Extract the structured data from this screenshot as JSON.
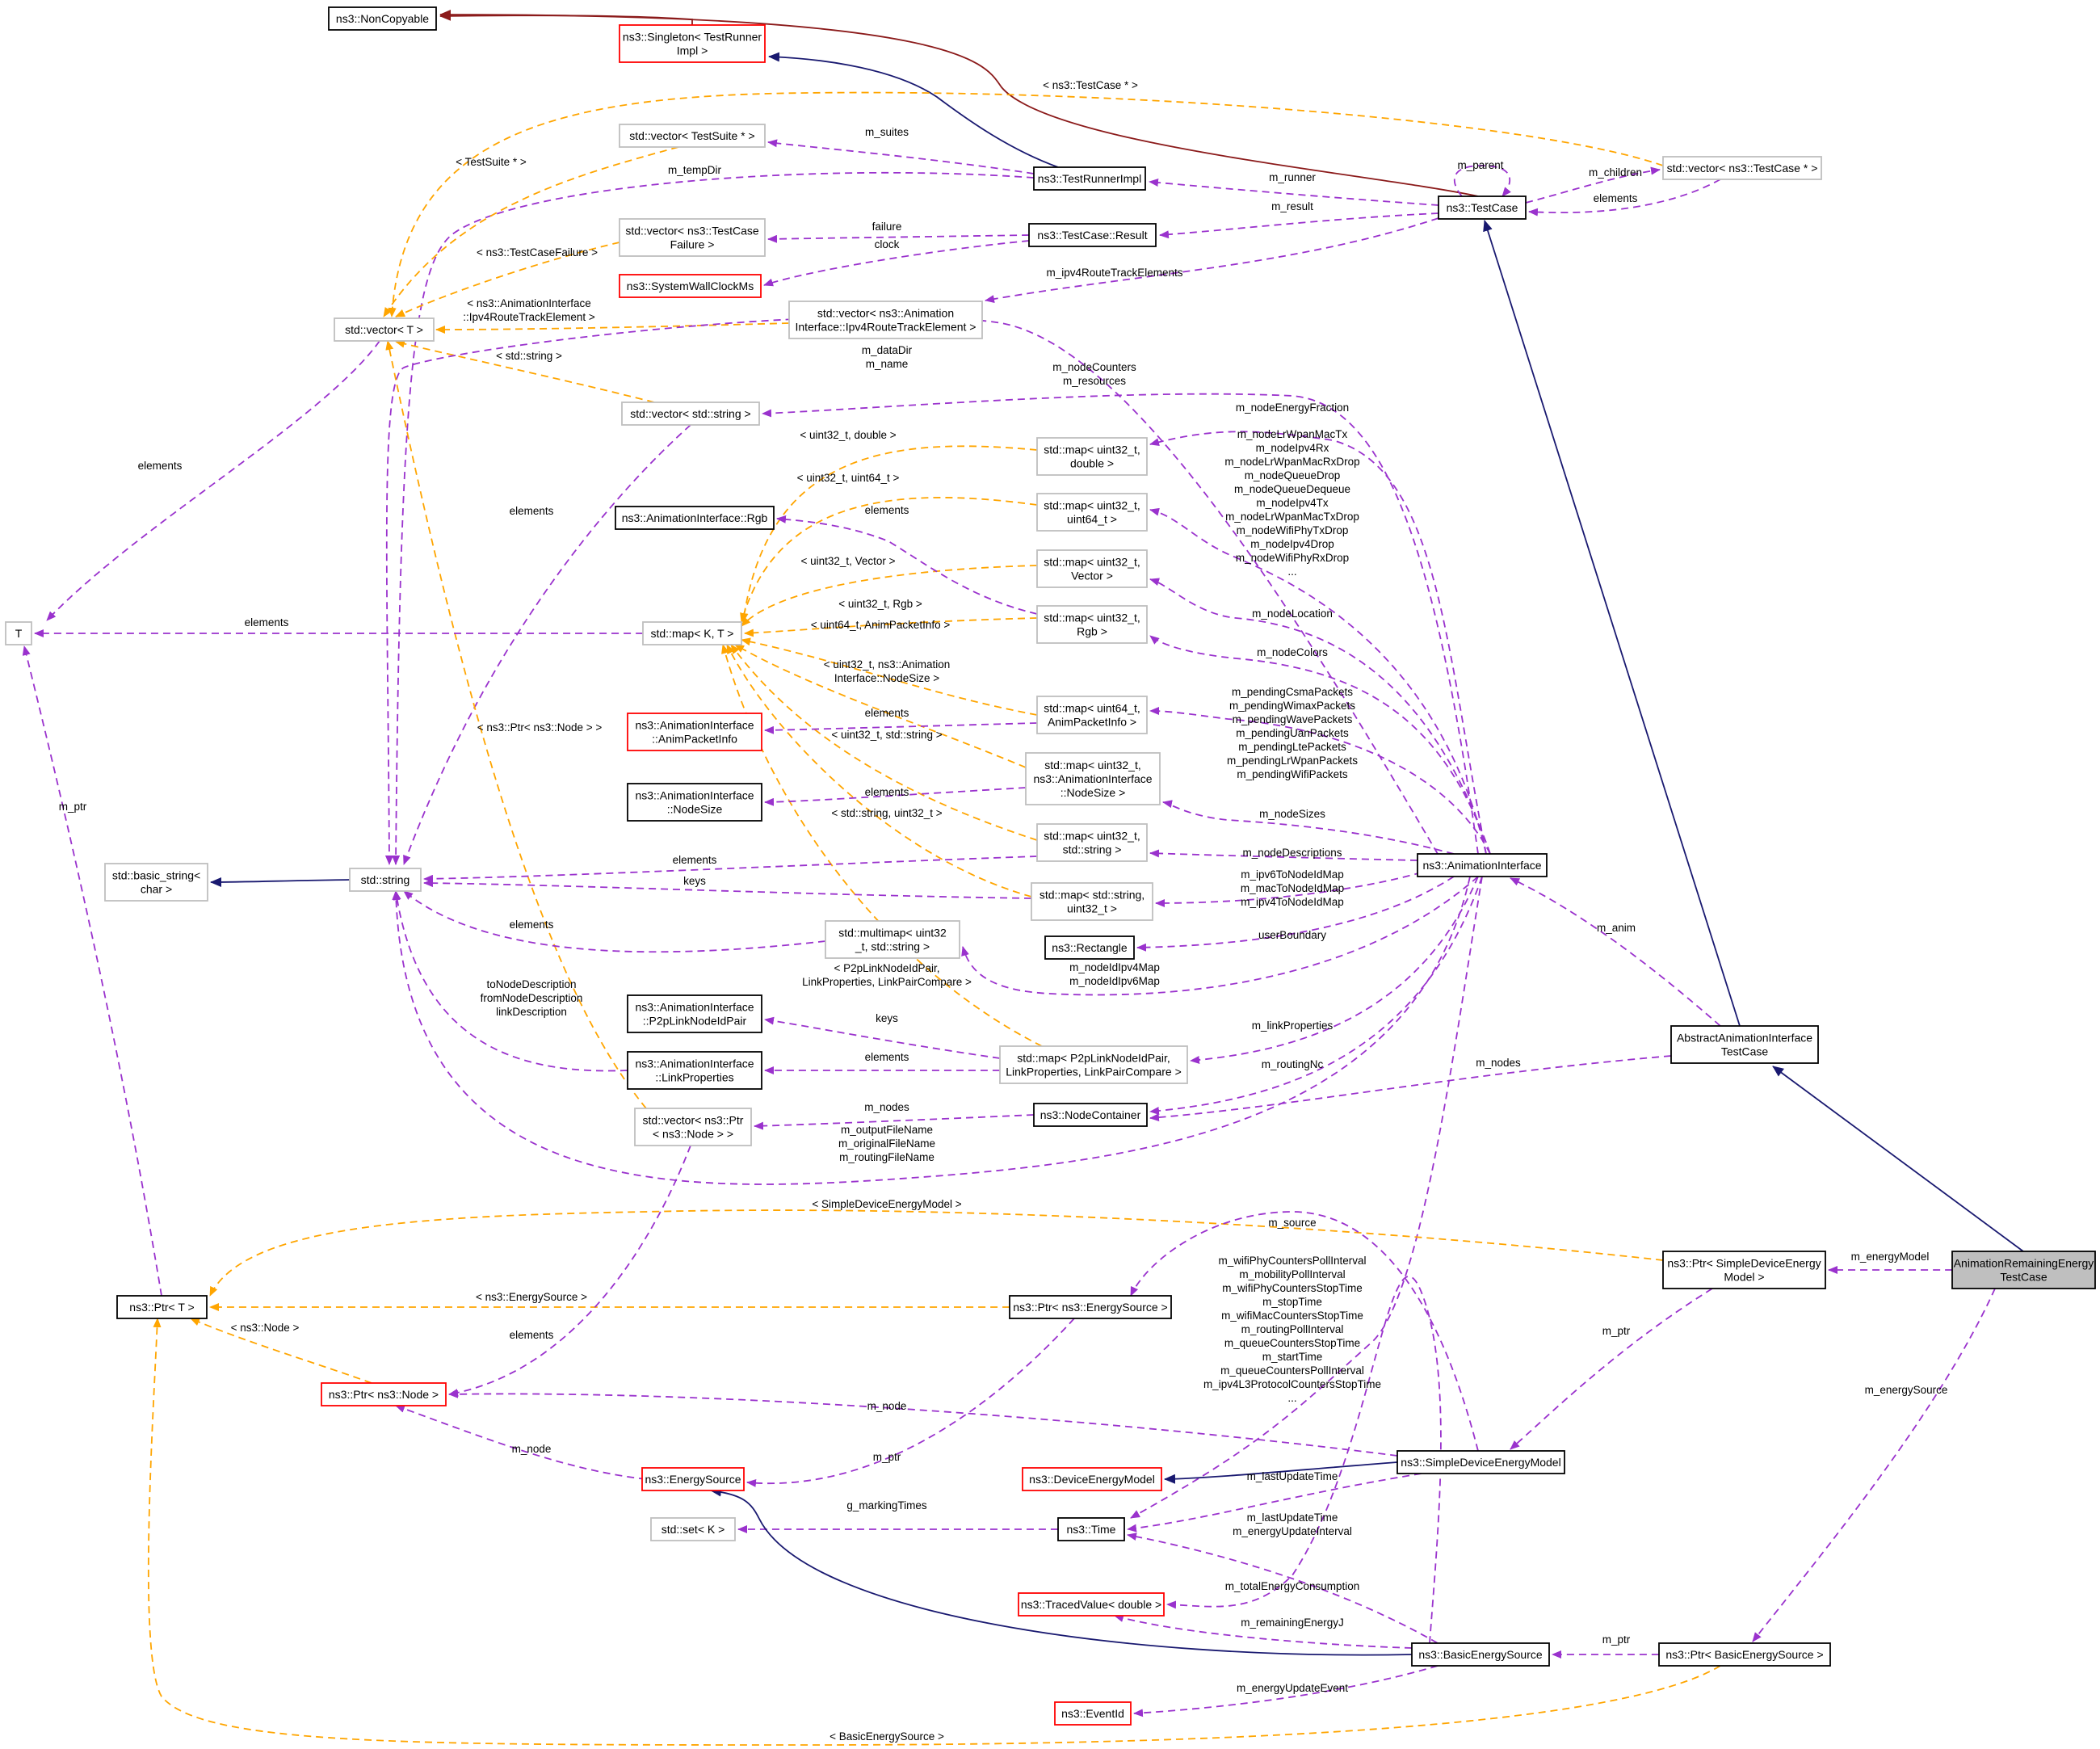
{
  "title": "AnimationRemainingEnergyTestCase collaboration graph",
  "colors": {
    "usage_edge": "#9a32cd",
    "template_edge": "#ffa500",
    "public_inheritance": "#191970",
    "private_inheritance": "#8b1a1a",
    "node_documented": "#000000",
    "node_undocumented": "#bfbfbf",
    "node_truncated": "#ff0000",
    "node_focus_fill": "#bfbfbf"
  },
  "nodes": {
    "noncopyable": [
      "ns3::NonCopyable"
    ],
    "singleton": [
      "ns3::Singleton< TestRunner",
      "Impl >"
    ],
    "vec_testsuite": [
      "std::vector< TestSuite * >"
    ],
    "testrunnerimpl": [
      "ns3::TestRunnerImpl"
    ],
    "vec_testcasefailure": [
      "std::vector< ns3::TestCase",
      "Failure >"
    ],
    "testcase_result": [
      "ns3::TestCase::Result"
    ],
    "systemwallclock": [
      "ns3::SystemWallClockMs"
    ],
    "testcase": [
      "ns3::TestCase"
    ],
    "vec_testcaseptr": [
      "std::vector< ns3::TestCase * >"
    ],
    "vec_T": [
      "std::vector< T >"
    ],
    "vec_ipv4route": [
      "std::vector< ns3::Animation",
      "Interface::Ipv4RouteTrackElement >"
    ],
    "vec_string": [
      "std::vector< std::string >"
    ],
    "map_u32_double": [
      "std::map< uint32_t,",
      "double >"
    ],
    "rgb": [
      "ns3::AnimationInterface::Rgb"
    ],
    "map_u32_u64": [
      "std::map< uint32_t,",
      "uint64_t >"
    ],
    "map_u32_vector": [
      "std::map< uint32_t,",
      "Vector >"
    ],
    "T": [
      "T"
    ],
    "map_KT": [
      "std::map< K, T >"
    ],
    "map_u32_rgb": [
      "std::map< uint32_t,",
      "Rgb >"
    ],
    "animpacketinfo": [
      "ns3::AnimationInterface",
      "::AnimPacketInfo"
    ],
    "map_u64_animpacket": [
      "std::map< uint64_t,",
      "AnimPacketInfo >"
    ],
    "map_u32_nodesize": [
      "std::map< uint32_t,",
      "ns3::AnimationInterface",
      "::NodeSize >"
    ],
    "nodesize": [
      "ns3::AnimationInterface",
      "::NodeSize"
    ],
    "map_u32_string": [
      "std::map< uint32_t,",
      "std::string >"
    ],
    "basic_string": [
      "std::basic_string<",
      "char >"
    ],
    "std_string": [
      "std::string"
    ],
    "animationinterface": [
      "ns3::AnimationInterface"
    ],
    "map_string_u32": [
      "std::map< std::string,",
      "uint32_t >"
    ],
    "multimap": [
      "std::multimap< uint32",
      "_t, std::string >"
    ],
    "rectangle": [
      "ns3::Rectangle"
    ],
    "p2plink": [
      "ns3::AnimationInterface",
      "::P2pLinkNodeIdPair"
    ],
    "linkprops": [
      "ns3::AnimationInterface",
      "::LinkProperties"
    ],
    "map_p2plink": [
      "std::map< P2pLinkNodeIdPair,",
      "LinkProperties, LinkPairCompare >"
    ],
    "abstract_tc": [
      "AbstractAnimationInterface",
      "TestCase"
    ],
    "vec_nodeptr": [
      "std::vector< ns3::Ptr",
      "< ns3::Node > >"
    ],
    "nodecontainer": [
      "ns3::NodeContainer"
    ],
    "ptr_sdem": [
      "ns3::Ptr< SimpleDeviceEnergy",
      "Model >"
    ],
    "focus": [
      "AnimationRemainingEnergy",
      "TestCase"
    ],
    "ptr_T": [
      "ns3::Ptr< T >"
    ],
    "ptr_energysource": [
      "ns3::Ptr< ns3::EnergySource >"
    ],
    "ptr_node": [
      "ns3::Ptr< ns3::Node >"
    ],
    "sdem": [
      "ns3::SimpleDeviceEnergyModel"
    ],
    "energysource": [
      "ns3::EnergySource"
    ],
    "devenergymodel": [
      "ns3::DeviceEnergyModel"
    ],
    "set_K": [
      "std::set< K >"
    ],
    "time": [
      "ns3::Time"
    ],
    "tracedvalue": [
      "ns3::TracedValue< double >"
    ],
    "basicenergysource": [
      "ns3::BasicEnergySource"
    ],
    "ptr_basicenergysource": [
      "ns3::Ptr< BasicEnergySource >"
    ],
    "eventid": [
      "ns3::EventId"
    ]
  },
  "labels": {
    "m_suites": [
      "m_suites"
    ],
    "tmpl_testcaseptr": [
      "< ns3::TestCase * >"
    ],
    "tmpl_testsuite": [
      "< TestSuite * >"
    ],
    "m_tempDir": [
      "m_tempDir"
    ],
    "m_parent": [
      "m_parent"
    ],
    "m_runner": [
      "m_runner"
    ],
    "m_children": [
      "m_children"
    ],
    "elements_tc": [
      "elements"
    ],
    "m_result": [
      "m_result"
    ],
    "failure": [
      "failure"
    ],
    "clock": [
      "clock"
    ],
    "tmpl_failure": [
      "< ns3::TestCaseFailure >"
    ],
    "m_ipv4route": [
      "m_ipv4RouteTrackElements"
    ],
    "tmpl_ipv4route": [
      "< ns3::AnimationInterface",
      "::Ipv4RouteTrackElement >"
    ],
    "m_datadir": [
      "m_dataDir",
      "m_name"
    ],
    "tmpl_string": [
      "< std::string >"
    ],
    "m_nodecounters": [
      "m_nodeCounters",
      "m_resources"
    ],
    "m_energyfraction": [
      "m_nodeEnergyFraction"
    ],
    "tmpl_u32_double": [
      "< uint32_t, double >"
    ],
    "elements_vecT": [
      "elements"
    ],
    "m_counters": [
      "m_nodeLrWpanMacTx",
      "m_nodeIpv4Rx",
      "m_nodeLrWpanMacRxDrop",
      "m_nodeQueueDrop",
      "m_nodeQueueDequeue",
      "m_nodeIpv4Tx",
      "m_nodeLrWpanMacTxDrop",
      "m_nodeWifiPhyTxDrop",
      "m_nodeIpv4Drop",
      "m_nodeWifiPhyRxDrop",
      "..."
    ],
    "tmpl_u32_u64": [
      "< uint32_t, uint64_t >"
    ],
    "elements_vecstring": [
      "elements"
    ],
    "elements_rgb": [
      "elements"
    ],
    "tmpl_u32_vector": [
      "< uint32_t, Vector >"
    ],
    "m_nodelocation": [
      "m_nodeLocation"
    ],
    "tmpl_u32_rgb": [
      "< uint32_t, Rgb >"
    ],
    "elements_T": [
      "elements"
    ],
    "tmpl_u64_animpacket": [
      "< uint64_t, AnimPacketInfo >"
    ],
    "m_nodecolors": [
      "m_nodeColors"
    ],
    "tmpl_u32_nodesize": [
      "< uint32_t, ns3::Animation",
      "Interface::NodeSize >"
    ],
    "m_pending": [
      "m_pendingCsmaPackets",
      "m_pendingWimaxPackets",
      "m_pendingWavePackets",
      "m_pendingUanPackets",
      "m_pendingLtePackets",
      "m_pendingLrWpanPackets",
      "m_pendingWifiPackets"
    ],
    "elements_animpacket": [
      "elements"
    ],
    "tmpl_u32_string": [
      "< uint32_t, std::string >"
    ],
    "elements_nodesize": [
      "elements"
    ],
    "tmpl_string_u32": [
      "< std::string, uint32_t >"
    ],
    "m_nodesizes": [
      "m_nodeSizes"
    ],
    "tmpl_nodeptr": [
      "< ns3::Ptr< ns3::Node > >"
    ],
    "m_ptr_T": [
      "m_ptr"
    ],
    "elements_string": [
      "elements"
    ],
    "m_nodedescriptions": [
      "m_nodeDescriptions"
    ],
    "keys_string": [
      "keys"
    ],
    "m_ipv6map": [
      "m_ipv6ToNodeIdMap",
      "m_macToNodeIdMap",
      "m_ipv4ToNodeIdMap"
    ],
    "elements_multimap": [
      "elements"
    ],
    "userboundary": [
      "userBoundary"
    ],
    "m_nodeidmap": [
      "m_nodeIdIpv4Map",
      "m_nodeIdIpv6Map"
    ],
    "tmpl_p2plink": [
      "< P2pLinkNodeIdPair,",
      "LinkProperties, LinkPairCompare >"
    ],
    "m_anim": [
      "m_anim"
    ],
    "todescr": [
      "toNodeDescription",
      "fromNodeDescription",
      "linkDescription"
    ],
    "keys_p2p": [
      "keys"
    ],
    "m_linkprops": [
      "m_linkProperties"
    ],
    "elements_linkprops": [
      "elements"
    ],
    "m_routingnc": [
      "m_routingNc"
    ],
    "m_nodes_abs": [
      "m_nodes"
    ],
    "m_nodes_vec": [
      "m_nodes"
    ],
    "m_filenames": [
      "m_outputFileName",
      "m_originalFileName",
      "m_routingFileName"
    ],
    "tmpl_sdem": [
      "< SimpleDeviceEnergyModel >"
    ],
    "m_source": [
      "m_source"
    ],
    "m_energymodel": [
      "m_energyModel"
    ],
    "m_times": [
      "m_wifiPhyCountersPollInterval",
      "m_mobilityPollInterval",
      "m_wifiPhyCountersStopTime",
      "m_stopTime",
      "m_wifiMacCountersStopTime",
      "m_routingPollInterval",
      "m_queueCountersStopTime",
      "m_startTime",
      "m_queueCountersPollInterval",
      "m_ipv4L3ProtocolCountersStopTime",
      "..."
    ],
    "tmpl_energysource": [
      "< ns3::EnergySource >"
    ],
    "tmpl_node": [
      "< ns3::Node >"
    ],
    "elements_nodeptr": [
      "elements"
    ],
    "m_ptr_sdem": [
      "m_ptr"
    ],
    "m_energysource": [
      "m_energySource"
    ],
    "m_node_sdem": [
      "m_node"
    ],
    "m_node_es": [
      "m_node"
    ],
    "m_ptr_es": [
      "m_ptr"
    ],
    "m_lastupdate_sdem": [
      "m_lastUpdateTime"
    ],
    "g_markingtimes": [
      "g_markingTimes"
    ],
    "m_lastupdate_bes": [
      "m_lastUpdateTime",
      "m_energyUpdateInterval"
    ],
    "m_totalenergy": [
      "m_totalEnergyConsumption"
    ],
    "m_remaining": [
      "m_remainingEnergyJ"
    ],
    "m_ptr_bes": [
      "m_ptr"
    ],
    "m_energyupdateevent": [
      "m_energyUpdateEvent"
    ],
    "tmpl_basicenergysource": [
      "< BasicEnergySource >"
    ]
  }
}
